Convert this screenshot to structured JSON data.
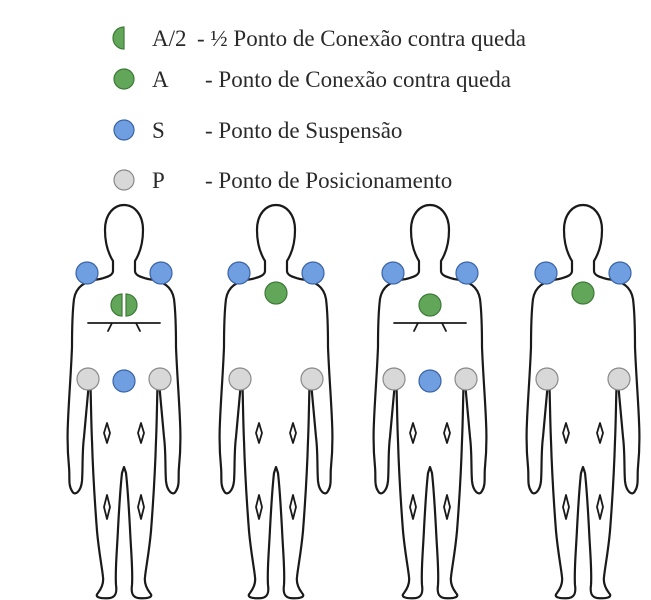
{
  "legend": [
    {
      "symbol": "A/2",
      "label": "- ½  Ponto de Conexão contra queda",
      "type": "half"
    },
    {
      "symbol": "A",
      "label": "- Ponto de Conexão contra queda",
      "type": "A"
    },
    {
      "symbol": "S",
      "label": "- Ponto de Suspensão",
      "type": "S"
    },
    {
      "symbol": "P",
      "label": "- Ponto de Posicionamento",
      "type": "P"
    }
  ],
  "colors": {
    "A": "#62a65a",
    "A_stroke": "#3d7a37",
    "S": "#6f9fe0",
    "S_stroke": "#3a64a8",
    "P": "#d8d8d8",
    "P_stroke": "#8a8a8a"
  },
  "figures": [
    {
      "label": "figure-1",
      "chest": "half",
      "chest_strap": true,
      "waist_center": "S",
      "hips": "P"
    },
    {
      "label": "figure-2",
      "chest": "A",
      "chest_strap": false,
      "waist_center": null,
      "hips": "P"
    },
    {
      "label": "figure-3",
      "chest": "A",
      "chest_strap": true,
      "waist_center": "S",
      "hips": "P"
    },
    {
      "label": "figure-4",
      "chest": "A",
      "chest_strap": false,
      "waist_center": null,
      "hips": "P"
    }
  ]
}
